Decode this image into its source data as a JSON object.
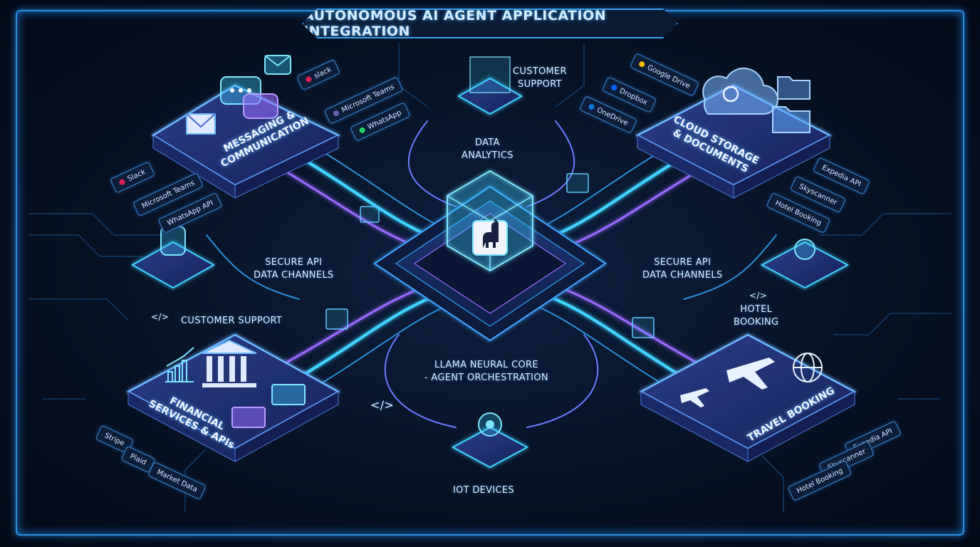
{
  "title": "AUTONOMOUS AI AGENT APPLICATION INTEGRATION",
  "core": {
    "label_line1": "LLAMA NEURAL CORE",
    "label_line2": "- AGENT ORCHESTRATION"
  },
  "modules": {
    "messaging": {
      "line1": "MESSAGING &",
      "line2": "COMMUNICATION"
    },
    "cloud": {
      "line1": "CLOUD STORAGE",
      "line2": "& DOCUMENTS"
    },
    "financial": {
      "line1": "FINANCIAL",
      "line2": "SERVICES & APIs"
    },
    "travel": {
      "line1": "TRAVEL BOOKING"
    }
  },
  "labels": {
    "customer_support_top_line1": "CUSTOMER",
    "customer_support_top_line2": "SUPPORT",
    "data_analytics_line1": "DATA",
    "data_analytics_line2": "ANALYTICS",
    "secure_left_line1": "SECURE API",
    "secure_left_line2": "DATA CHANNELS",
    "secure_right_line1": "SECURE API",
    "secure_right_line2": "DATA CHANNELS",
    "customer_support_left": "CUSTOMER SUPPORT",
    "hotel_booking_line1": "HOTEL",
    "hotel_booking_line2": "BOOKING",
    "iot_devices": "IOT DEVICES",
    "code_glyph": "</>"
  },
  "chips": {
    "messaging_top": [
      "slack",
      "Microsoft Teams",
      "WhatsApp"
    ],
    "messaging_left": [
      "Slack",
      "Microsoft Teams",
      "WhatsApp API"
    ],
    "cloud_top": [
      "Google Drive",
      "Dropbox",
      "OneDrive"
    ],
    "cloud_right": [
      "Expedia API",
      "Skyscanner",
      "Hotel Booking"
    ],
    "financial_left": [
      "Stripe",
      "Plaid",
      "Market Data"
    ],
    "travel_right": [
      "Expedia API",
      "Skyscanner",
      "Hotel Booking"
    ]
  },
  "colors": {
    "cyan": "#3fd4ff",
    "blue": "#2a8fd8",
    "violet": "#9a6bff",
    "background": "#071226"
  },
  "icons": {
    "core": "llama-icon",
    "messaging": [
      "envelope-icon",
      "chat-bubble-icon"
    ],
    "cloud": [
      "cloud-sync-icon",
      "folder-icon"
    ],
    "financial": [
      "bank-icon",
      "credit-card-icon",
      "bar-chart-icon"
    ],
    "travel": [
      "airplane-icon",
      "globe-icon"
    ]
  }
}
